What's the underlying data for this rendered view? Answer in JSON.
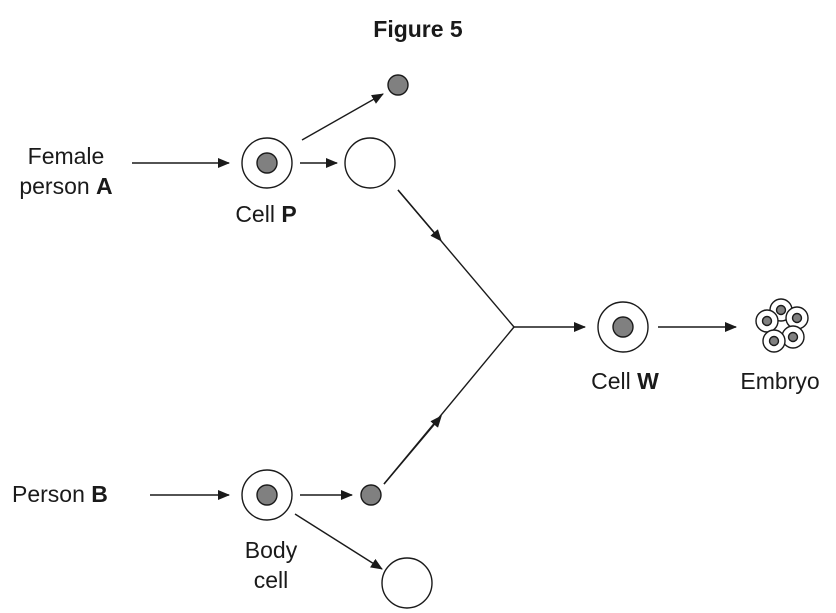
{
  "figure": {
    "title": "Figure 5",
    "labels": {
      "female_line1": "Female",
      "female_line2_prefix": "person ",
      "female_line2_bold": "A",
      "cell_p_prefix": "Cell ",
      "cell_p_bold": "P",
      "person_b_prefix": "Person ",
      "person_b_bold": "B",
      "body_cell_line1": "Body",
      "body_cell_line2": "cell",
      "cell_w_prefix": "Cell ",
      "cell_w_bold": "W",
      "embryo": "Embryo"
    },
    "colors": {
      "stroke": "#1a1a1a",
      "nucleus": "#808080",
      "background": "#ffffff"
    }
  }
}
